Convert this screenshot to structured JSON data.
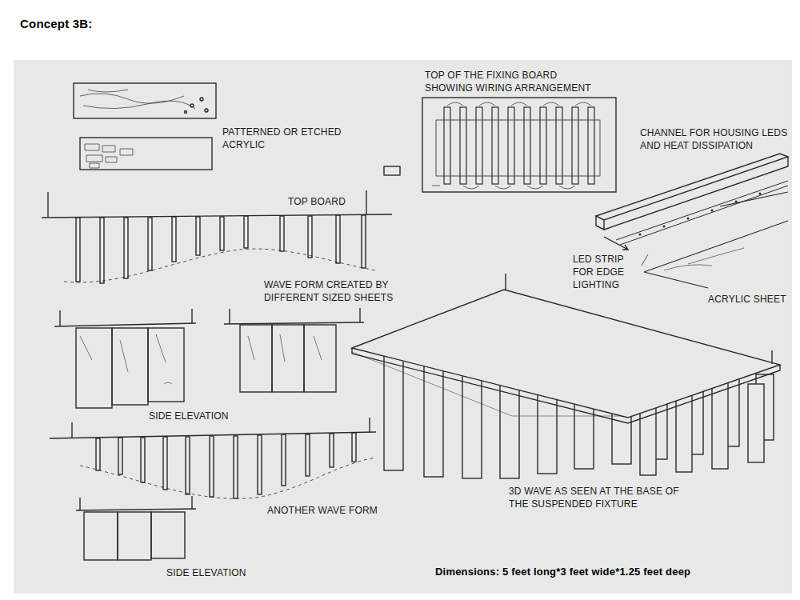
{
  "diagram": {
    "title": "Concept 3B:",
    "labels": [
      "PATTERNED OR ETCHED ACRYLIC",
      "TOP OF THE FIXING BOARD SHOWING WIRING ARRANGEMENT",
      "CHANNEL FOR HOUSING LEDS AND HEAT DISSIPATION",
      "TOP BOARD",
      "LED STRIP FOR EDGE LIGHTING",
      "WAVE FORM CREATED BY DIFFERENT SIZED SHEETS",
      "ACRYLIC SHEET",
      "SIDE ELEVATION",
      "3D WAVE AS SEEN AT THE BASE OF THE SUSPENDED FIXTURE",
      "ANOTHER WAVE FORM",
      "SIDE ELEVATION",
      "Dimensions: 5 feet long*3 feet wide*1.25 feet deep"
    ]
  }
}
